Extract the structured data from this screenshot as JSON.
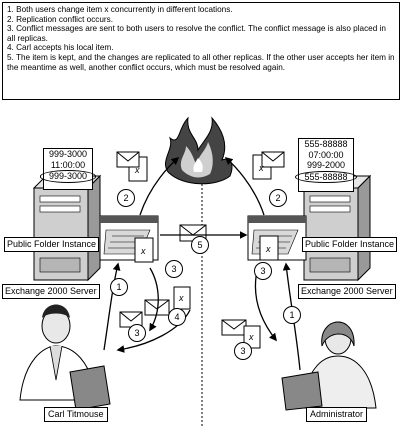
{
  "notes": [
    "1. Both users change item x concurrently in different locations.",
    "2. Replication conflict occurs.",
    "3. Conflict messages are sent to both users to resolve the conflict. The conflict message is also placed in all replicas.",
    "4. Carl accepts his local item.",
    "5. The item is kept, and the changes are replicated to all other replicas. If the other user accepts her item in the meantime as well, another conflict occurs, which must be resolved again."
  ],
  "left": {
    "values": [
      "999-3000",
      "11:00:00",
      "999-3000"
    ],
    "instance_label": "Public Folder Instance",
    "server_label": "Exchange 2000 Server",
    "user_label": "Carl Titmouse"
  },
  "right": {
    "values": [
      "555-88888",
      "07:00:00",
      "999-2000",
      "555-88888"
    ],
    "instance_label": "Public Folder Instance",
    "server_label": "Exchange 2000 Server",
    "user_label": "Administrator"
  },
  "item_letter": "x",
  "step_numbers": [
    "1",
    "2",
    "3",
    "4",
    "5"
  ]
}
